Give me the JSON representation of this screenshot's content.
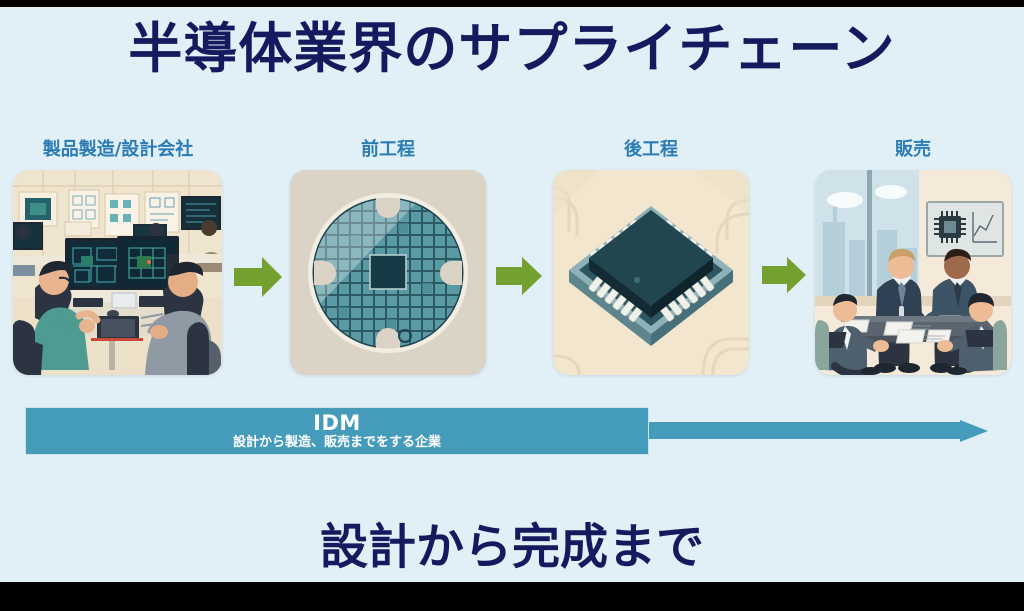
{
  "slide": {
    "title": "半導体業界のサプライチェーン",
    "footer": "設計から完成まで",
    "background_color": "#e1eff7",
    "title_color": "#131a5e",
    "label_color": "#2b7cb5",
    "arrow_color": "#74a030",
    "idm_color": "#459cba",
    "letterbox_color": "#000000"
  },
  "stages": [
    {
      "label": "製品製造/設計会社",
      "image_name": "chip-design-office-illustration"
    },
    {
      "label": "前工程",
      "image_name": "silicon-wafer-illustration"
    },
    {
      "label": "後工程",
      "image_name": "packaged-ic-chip-illustration"
    },
    {
      "label": "販売",
      "image_name": "business-meeting-handshake-illustration"
    }
  ],
  "connectors": [
    {
      "name": "arrow-stage1-to-stage2"
    },
    {
      "name": "arrow-stage2-to-stage3"
    },
    {
      "name": "arrow-stage3-to-stage4"
    }
  ],
  "idm": {
    "title": "IDM",
    "subtitle": "設計から製造、販売までをする企業"
  }
}
